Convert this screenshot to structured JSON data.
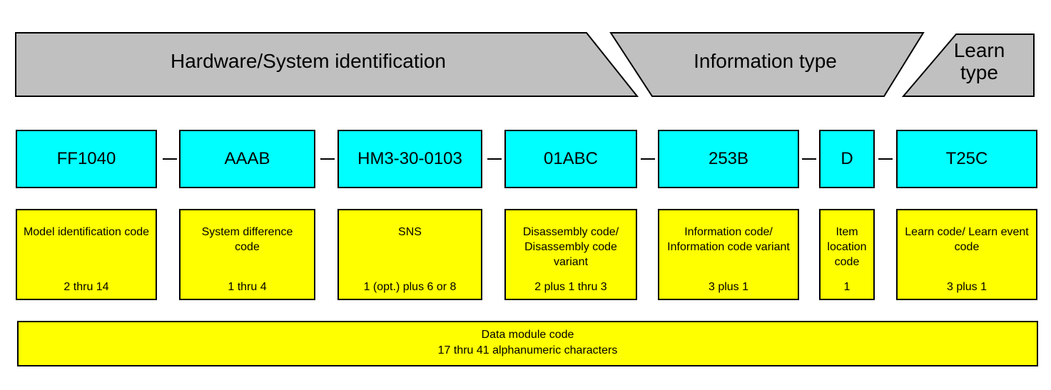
{
  "categories": {
    "hardware": "Hardware/System identification",
    "information": "Information type",
    "learn_line1": "Learn",
    "learn_line2": "type"
  },
  "codes": [
    "FF1040",
    "AAAB",
    "HM3-30-0103",
    "01ABC",
    "253B",
    "D",
    "T25C"
  ],
  "descriptions": [
    {
      "label": "Model identification code",
      "count": "2 thru 14"
    },
    {
      "label": "System difference code",
      "count": "1 thru 4"
    },
    {
      "label": "SNS",
      "count": "1 (opt.) plus 6 or 8"
    },
    {
      "label": "Disassembly code/ Disassembly code variant",
      "count": "2 plus 1 thru 3"
    },
    {
      "label": "Information code/ Information code variant",
      "count": "3 plus 1"
    },
    {
      "label": "Item location code",
      "count": "1"
    },
    {
      "label": "Learn code/ Learn event code",
      "count": "3 plus 1"
    }
  ],
  "total": {
    "title": "Data module code",
    "detail": "17 thru 41 alphanumeric characters"
  },
  "colors": {
    "banner": "#c0c0c0",
    "code_box": "#00ffff",
    "desc_box": "#ffff00"
  }
}
